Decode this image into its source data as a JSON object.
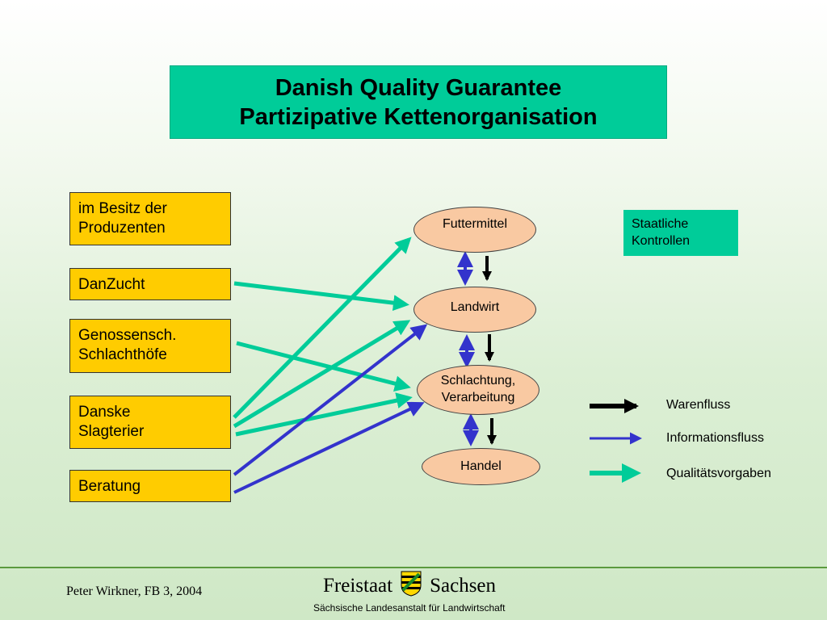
{
  "title": {
    "line1": "Danish Quality Guarantee",
    "line2": "Partizipative Kettenorganisation"
  },
  "actors": {
    "besitz": {
      "line1": "im Besitz der",
      "line2": "Produzenten"
    },
    "danzucht": {
      "line1": "DanZucht"
    },
    "genossensch": {
      "line1": "Genossensch.",
      "line2": "Schlachthöfe"
    },
    "danske": {
      "line1": "Danske",
      "line2": "Slagterier"
    },
    "beratung": {
      "line1": "Beratung"
    }
  },
  "chain": {
    "futtermittel": "Futtermittel",
    "landwirt": "Landwirt",
    "schlachtung": {
      "line1": "Schlachtung,",
      "line2": "Verarbeitung"
    },
    "handel": "Handel"
  },
  "staatliche": {
    "line1": "Staatliche",
    "line2": "Kontrollen"
  },
  "legend": {
    "warenfluss": "Warenfluss",
    "informationsfluss": "Informationsfluss",
    "qualitaet": "Qualitätsvorgaben"
  },
  "colors": {
    "ware": "#000000",
    "info": "#3333cc",
    "quality": "#00cc99",
    "actor_fill": "#ffcc00",
    "node_fill": "#f9c9a2",
    "title_fill": "#00cc99"
  },
  "footer": {
    "author": "Peter Wirkner, FB 3, 2004",
    "logo_left": "Freistaat",
    "logo_right": "Sachsen",
    "institution": "Sächsische Landesanstalt für Landwirtschaft"
  }
}
